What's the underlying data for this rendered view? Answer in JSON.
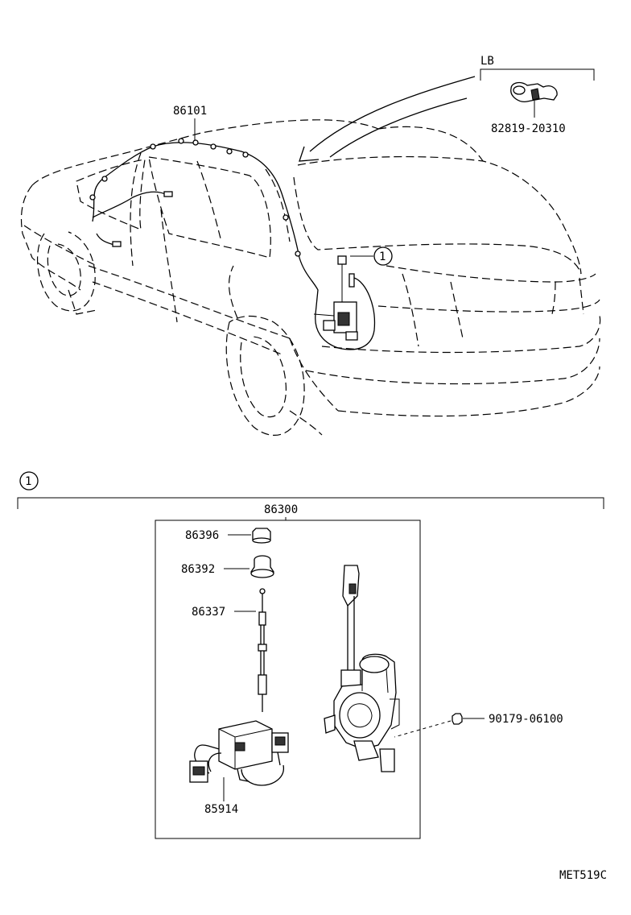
{
  "callouts": {
    "harness": "86101",
    "locale": "LB",
    "locale_part": "82819-20310",
    "ref_marker": "1",
    "section_marker": "1",
    "assembly": "86300",
    "cap": "86396",
    "grommet": "86392",
    "cable": "86337",
    "relay": "85914",
    "nut": "90179-06100",
    "diagram_code": "MET519C"
  }
}
